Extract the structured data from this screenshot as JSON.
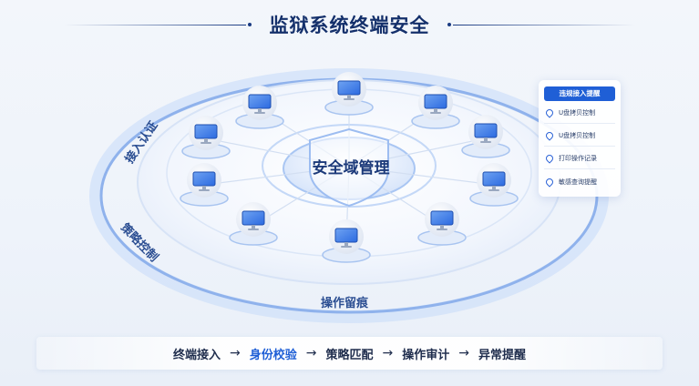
{
  "title": "监狱系统终端安全",
  "core": {
    "label": "安全域管理"
  },
  "rings": {
    "access": "接入认证",
    "policy": "策略控制",
    "trace": "操作留痕"
  },
  "panel": {
    "header": "违规接入提醒",
    "items": [
      {
        "label": "U盘拷贝控制",
        "icon": "location-pin-icon"
      },
      {
        "label": "U盘拷贝控制",
        "icon": "location-pin-icon"
      },
      {
        "label": "打印操作记录",
        "icon": "location-pin-icon"
      },
      {
        "label": "敏感查询提醒",
        "icon": "location-pin-icon"
      }
    ]
  },
  "flow": {
    "steps": [
      "终端接入",
      "身份校验",
      "策略匹配",
      "操作审计",
      "异常提醒"
    ],
    "arrow": "→",
    "highlight_index": 1
  },
  "nodes": {
    "count": 10,
    "icon": "monitor-icon"
  },
  "colors": {
    "accent": "#1f5fd6",
    "title": "#14306b",
    "ring": "#8fb2ec"
  }
}
